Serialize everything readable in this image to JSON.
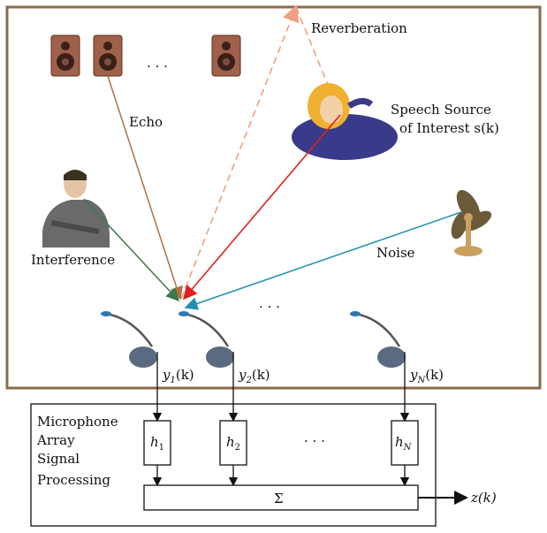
{
  "labels": {
    "reverberation": "Reverberation",
    "echo": "Echo",
    "speech_line1": "Speech Source",
    "speech_line2": "of Interest s(k)",
    "interference": "Interference",
    "noise": "Noise",
    "ellipsis_speakers": ". . .",
    "ellipsis_mics": ". . .",
    "ellipsis_filters": ". . .",
    "block_title_1": "Microphone",
    "block_title_2": "Array",
    "block_title_3": "Signal",
    "block_title_4": "Processing",
    "sum_symbol": "Σ",
    "output": "z(k)"
  },
  "signals": [
    {
      "y": "y",
      "sub": "1",
      "k": "(k)"
    },
    {
      "y": "y",
      "sub": "2",
      "k": "(k)"
    },
    {
      "y": "y",
      "sub": "N",
      "k": "(k)"
    }
  ],
  "filters": [
    {
      "h": "h",
      "sub": "1"
    },
    {
      "h": "h",
      "sub": "2"
    },
    {
      "h": "h",
      "sub": "N"
    }
  ],
  "colors": {
    "room_border": "#8b6a4a",
    "echo": "#b07040",
    "reverb": "#f0a080",
    "speech": "#e02020",
    "interference": "#3a7a4a",
    "noise": "#2090b0"
  }
}
